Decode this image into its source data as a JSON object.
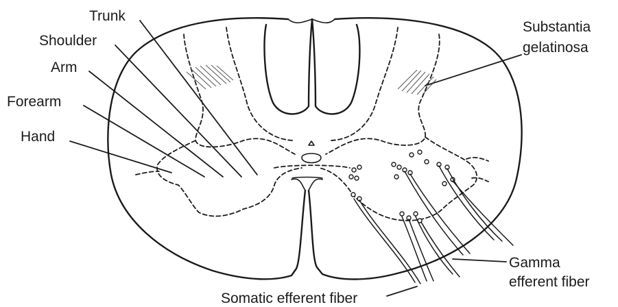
{
  "labels": {
    "trunk": "Trunk",
    "shoulder": "Shoulder",
    "arm": "Arm",
    "forearm": "Forearm",
    "hand": "Hand",
    "substantia_line1": "Substantia",
    "substantia_line2": "gelatinosa",
    "gamma_line1": "Gamma",
    "gamma_line2": "efferent fiber",
    "somatic": "Somatic efferent fiber"
  },
  "colors": {
    "ink": "#1a1a1a",
    "background": "#ffffff"
  }
}
